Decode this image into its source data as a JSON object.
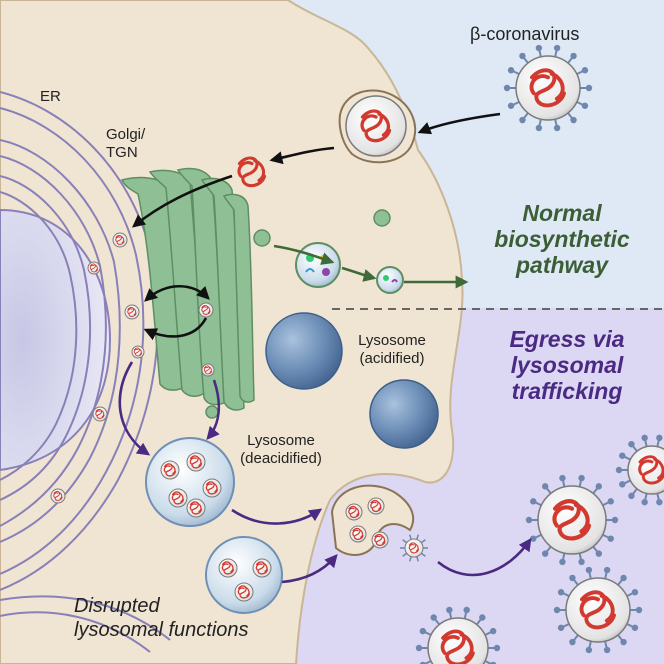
{
  "labels": {
    "virus": "β-coronavirus",
    "er": "ER",
    "golgi_line1": "Golgi/",
    "golgi_line2": "TGN",
    "normal_line1": "Normal",
    "normal_line2": "biosynthetic",
    "normal_line3": "pathway",
    "egress_line1": "Egress via",
    "egress_line2": "lysosomal",
    "egress_line3": "trafficking",
    "lyso_acid_line1": "Lysosome",
    "lyso_acid_line2": "(acidified)",
    "lyso_deacid_line1": "Lysosome",
    "lyso_deacid_line2": "(deacidified)",
    "disrupted_line1": "Disrupted",
    "disrupted_line2": "lysosomal functions"
  },
  "colors": {
    "outside_top": "#dfe9f6",
    "outside_bottom": "#dcd7f3",
    "cytoplasm": "#f0e5d2",
    "nucleus": "#dcdcf0",
    "er_stroke": "#8a80b8",
    "golgi": "#8fbf94",
    "golgi_stroke": "#5e8e64",
    "lysosome": "#6f8fb5",
    "virus_rna": "#d23a30",
    "virus_spike": "#6f86ad",
    "arrow_black": "#111111",
    "arrow_green": "#3f6a3a",
    "arrow_purple": "#4a2a82",
    "text_green": "#3c5e36",
    "text_purple": "#4a2a82"
  }
}
